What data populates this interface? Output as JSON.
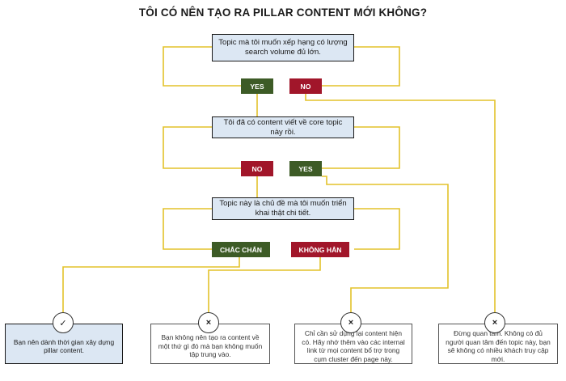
{
  "title": "TÔI CÓ NÊN TẠO RA PILLAR CONTENT MỚI KHÔNG?",
  "questions": [
    "Topic mà tôi muốn xếp hạng có lượng search volume đủ lớn.",
    "Tôi đã có content viết về core topic này rồi.",
    "Topic này là chủ đề mà tôi muốn triển khai thật chi tiết."
  ],
  "answers": {
    "q1_yes": "YES",
    "q1_no": "NO",
    "q2_no": "NO",
    "q2_yes": "YES",
    "q3_yes": "CHẮC CHẮN",
    "q3_no": "KHÔNG HẲN"
  },
  "outcomes": [
    {
      "icon": "check-icon",
      "glyph": "✓",
      "text": "Bạn nên dành thời gian xây dựng pillar content."
    },
    {
      "icon": "cross-icon",
      "glyph": "×",
      "text": "Bạn không nên tạo ra content về một thứ gì đó mà bạn không muốn tập trung vào."
    },
    {
      "icon": "cross-icon",
      "glyph": "×",
      "text": "Chỉ cần sử dụng lại content hiện có. Hãy nhớ thêm vào các internal link từ mọi content bổ trợ trong cụm cluster đến page này."
    },
    {
      "icon": "cross-icon",
      "glyph": "×",
      "text": "Đừng quan tâm. Không có đủ người quan tâm đến topic này, bạn sẽ không có nhiều khách truy cập mới."
    }
  ],
  "colors": {
    "line": "#e3c22a",
    "yes": "#3d5b26",
    "no": "#a1162a",
    "box": "#dce7f3"
  }
}
